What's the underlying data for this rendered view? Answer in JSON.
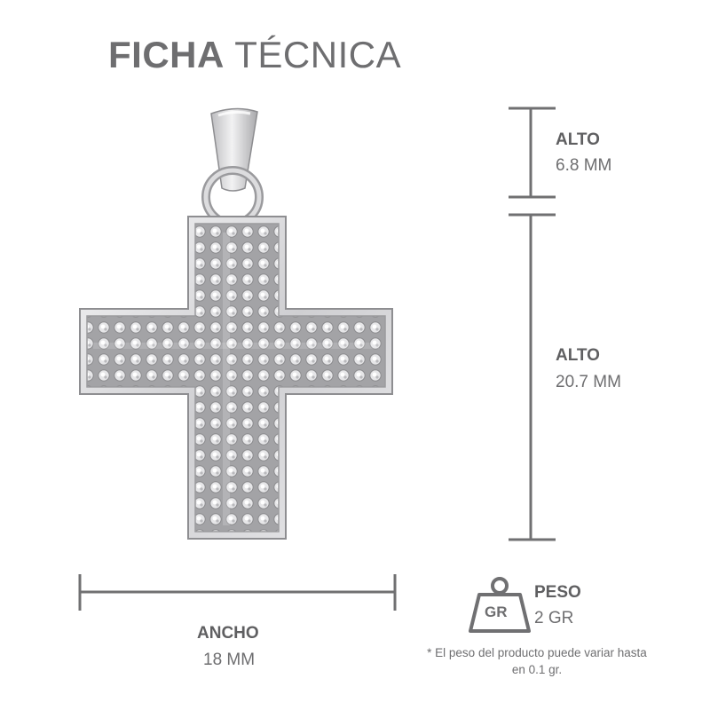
{
  "title": {
    "bold": "FICHA",
    "light": "TÉCNICA"
  },
  "specs": {
    "alto_bail": {
      "label": "ALTO",
      "value": "6.8 MM"
    },
    "alto_cross": {
      "label": "ALTO",
      "value": "20.7 MM"
    },
    "ancho": {
      "label": "ANCHO",
      "value": "18 MM"
    },
    "peso": {
      "label": "PESO",
      "value": "2 GR",
      "badge": "GR"
    }
  },
  "note": "* El peso del producto puede variar hasta en 0.1 gr.",
  "colors": {
    "text": "#6e6e70",
    "line": "#707072",
    "metal": "#d8d8da"
  },
  "icons": [
    "weight-icon"
  ]
}
